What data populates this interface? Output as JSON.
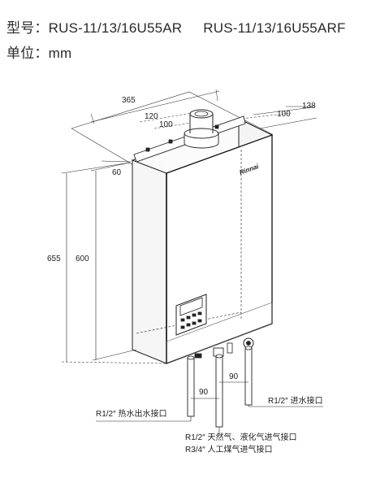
{
  "header": {
    "model_label": "型号：",
    "model_1": "RUS-11/13/16U55AR",
    "model_2": "RUS-11/13/16U55ARF",
    "unit_label": "单位：",
    "unit_value": "mm"
  },
  "brand": "Rinnai",
  "dimensions": {
    "width": "365",
    "depth": "138",
    "flue_offset_1": "120",
    "flue_offset_2": "100",
    "flue_right": "100",
    "side_offset": "60",
    "total_height": "655",
    "body_height": "600",
    "pipe_gap_left": "90",
    "pipe_gap_right": "90"
  },
  "callouts": {
    "hot_out": "R1/2″ 热水出水接口",
    "cold_in": "R1/2″ 进水接口",
    "gas_line1": "R1/2″ 天然气、液化气进气接口",
    "gas_line2": "R3/4″ 人工煤气进气接口"
  }
}
